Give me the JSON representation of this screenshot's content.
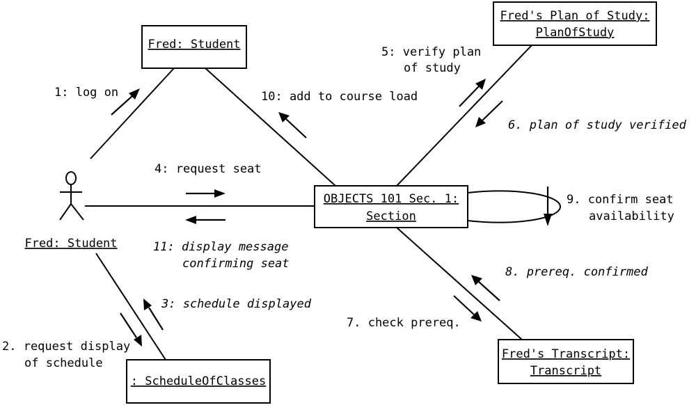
{
  "objects": {
    "student_top": {
      "name": "Fred: Student"
    },
    "plan": {
      "line1": "Fred's Plan of Study:",
      "line2": "PlanOfStudy"
    },
    "section": {
      "line1": "OBJECTS 101 Sec. 1:",
      "line2": "Section"
    },
    "transcript": {
      "line1": "Fred's Transcript:",
      "line2": "Transcript"
    },
    "schedule": {
      "name": ": ScheduleOfClasses"
    }
  },
  "actor": {
    "label": "Fred: Student"
  },
  "messages": {
    "m1": "1: log on",
    "m2_line1": "2. request display",
    "m2_line2": "of schedule",
    "m3": "3: schedule displayed",
    "m4": "4: request seat",
    "m5_line1": "5: verify plan",
    "m5_line2": "of study",
    "m6": "6. plan of study verified",
    "m7": "7. check prereq.",
    "m8": "8. prereq. confirmed",
    "m9_line1": "9. confirm seat",
    "m9_line2": "availability",
    "m10": "10: add to course load",
    "m11_line1": "11: display message",
    "m11_line2": "confirming seat"
  }
}
